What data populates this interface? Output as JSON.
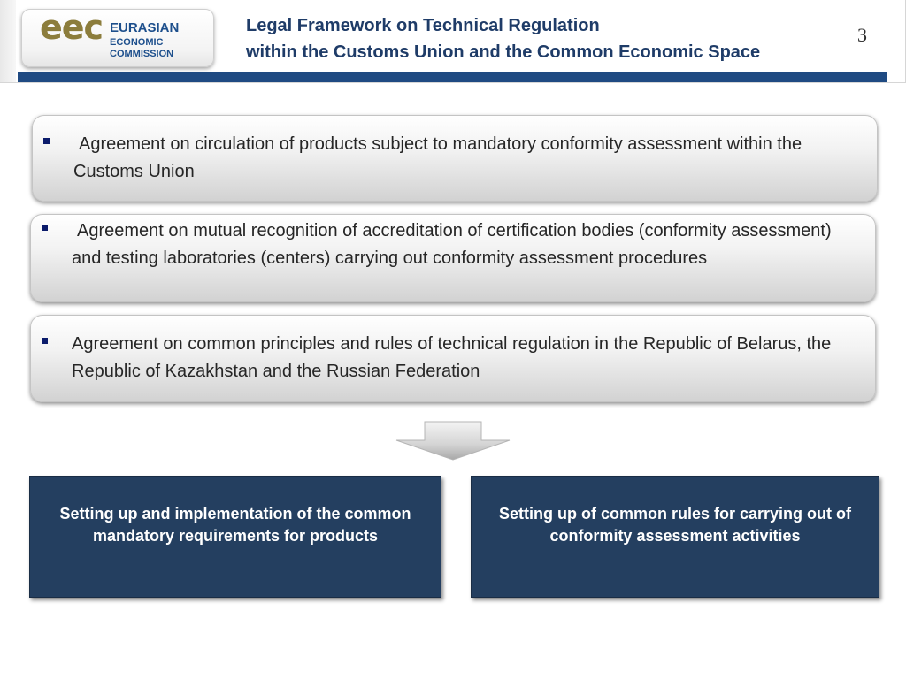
{
  "logo": {
    "mark": "eec",
    "name_line_1": "EURASIAN",
    "name_line_2": "ECONOMIC",
    "name_line_3": "COMMISSION"
  },
  "header": {
    "title_line_1": "Legal Framework on Technical Regulation",
    "title_line_2": "within the Customs Union and the Common Economic Space",
    "page_number": "3"
  },
  "agreements": [
    {
      "text": "Agreement on circulation of products subject to mandatory conformity assessment within the Customs Union"
    },
    {
      "text": "Agreement on mutual recognition of accreditation of certification bodies (conformity assessment) and testing laboratories (centers) carrying out conformity assessment procedures"
    },
    {
      "text": "Agreement on common principles and rules of technical regulation in the Republic of Belarus, the Republic of Kazakhstan and the Russian Federation"
    }
  ],
  "outcomes": [
    {
      "text": "Setting up and implementation of the common mandatory requirements for products"
    },
    {
      "text": "Setting up of common rules for carrying out of conformity assessment activities"
    }
  ],
  "icons": {
    "bullet": "square-bullet-icon",
    "arrow": "down-arrow-icon"
  },
  "colors": {
    "accent_blue": "#1f4a82",
    "title_color": "#1f3c68",
    "logo_gold": "#8c7d3c",
    "outcome_box": "#243f60",
    "bullet": "#0b1b6b"
  }
}
